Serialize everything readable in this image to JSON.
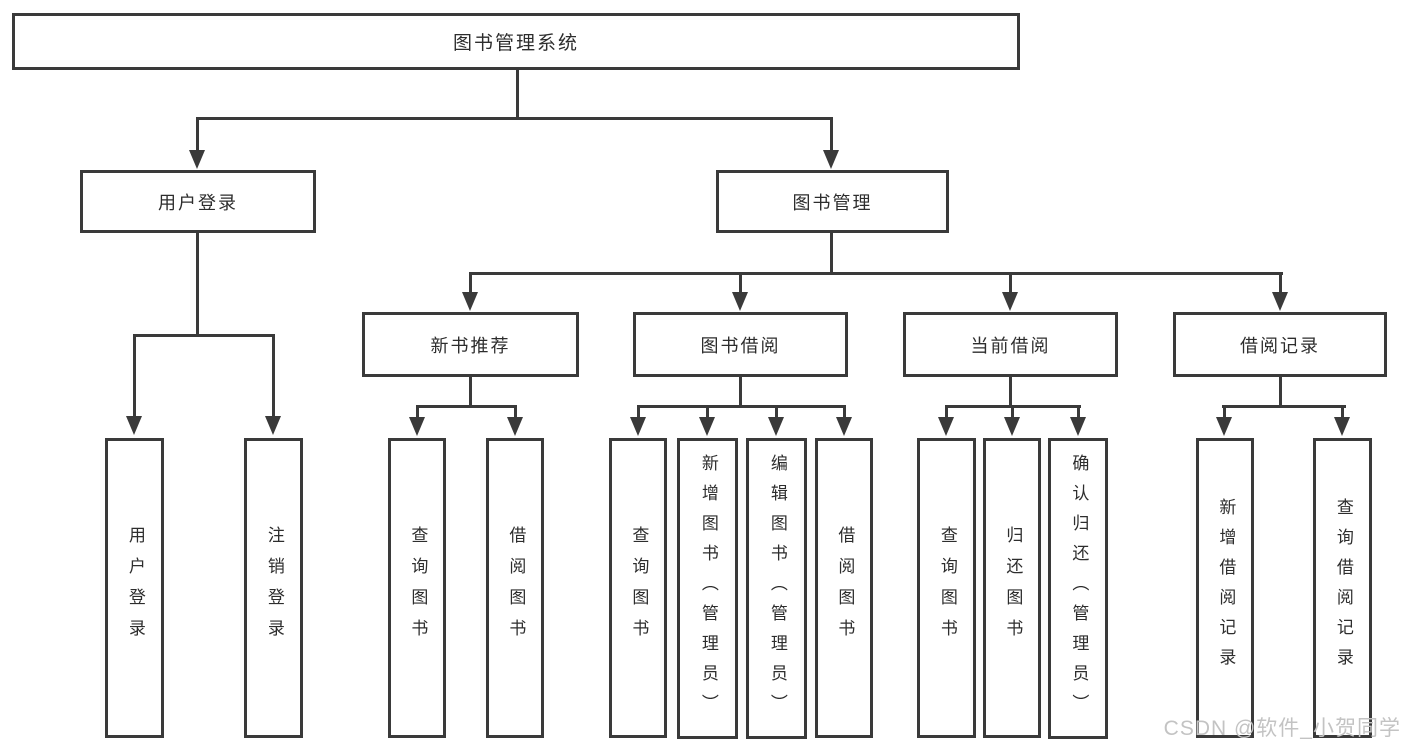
{
  "tree": {
    "root": "图书管理系统",
    "branches": [
      {
        "label": "用户登录",
        "children": [
          "用户登录",
          "注销登录"
        ]
      },
      {
        "label": "图书管理",
        "modules": [
          {
            "label": "新书推荐",
            "children": [
              "查询图书",
              "借阅图书"
            ]
          },
          {
            "label": "图书借阅",
            "children": [
              "查询图书",
              "新增图书（管理员）",
              "编辑图书（管理员）",
              "借阅图书"
            ]
          },
          {
            "label": "当前借阅",
            "children": [
              "查询图书",
              "归还图书",
              "确认归还（管理员）"
            ]
          },
          {
            "label": "借阅记录",
            "children": [
              "新增借阅记录",
              "查询借阅记录"
            ]
          }
        ]
      }
    ]
  },
  "colors": {
    "line": "#3a3a3a",
    "text": "#2d2d2d",
    "watermark": "#c3c3c3",
    "background": "#ffffff"
  },
  "watermark": "CSDN @软件_小贺同学"
}
